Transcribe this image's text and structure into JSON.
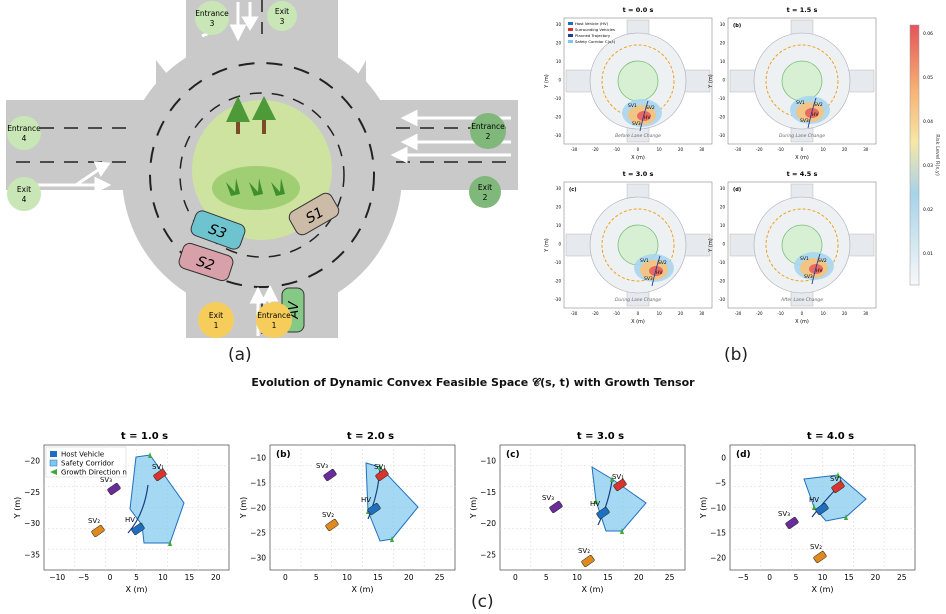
{
  "captions": {
    "a": "(a)",
    "b": "(b)",
    "c": "(c)"
  },
  "roundabout": {
    "entrance_left": [
      "Entrance",
      "4"
    ],
    "exit_left": [
      "Exit",
      "4"
    ],
    "entrance_top": [
      "Entrance",
      "3"
    ],
    "exit_top": [
      "Exit",
      "3"
    ],
    "entrance_right": [
      "Entrance",
      "2"
    ],
    "exit_right": [
      "Exit",
      "2"
    ],
    "exit_bottom": [
      "Exit",
      "1"
    ],
    "entrance_bottom": [
      "Entrance",
      "1"
    ],
    "vehicles": {
      "s1": "S1",
      "s2": "S2",
      "s3": "S3",
      "av": "AV"
    }
  },
  "heatmap": {
    "panels": [
      {
        "title": "t = 0.0 s",
        "note": "Before Lane Change"
      },
      {
        "title": "(b)",
        "note": "During Lane Change"
      },
      {
        "title": "(c)",
        "note": "During Lane Change"
      },
      {
        "title": "(d)",
        "note": "After Lane Change"
      }
    ],
    "panel_time_labels": [
      "t = 0.0 s",
      "t = 1.5 s",
      "t = 3.0 s",
      "t = 4.5 s"
    ],
    "legend": [
      "Host Vehicle (HV)",
      "Surrounding Vehicles",
      "Planned Trajectory",
      "Safety Corridor C(s,t)"
    ],
    "xlabel": "X (m)",
    "ylabel": "Y (m)",
    "x_ticks": [
      "-30",
      "-20",
      "-10",
      "0",
      "10",
      "20",
      "30"
    ],
    "y_ticks": [
      "30",
      "20",
      "10",
      "0",
      "-10",
      "-20",
      "-30"
    ],
    "colorbar_label": "Risk Level R(x,y)",
    "colorbar_ticks": [
      "0.06",
      "0.05",
      "0.04",
      "0.03",
      "0.02",
      "0.01"
    ],
    "vehicle_labels": {
      "sv1": "SV1",
      "sv2": "SV2",
      "sv3": "SV3",
      "hv": "HV"
    }
  },
  "main_title": "Evolution of Dynamic Convex Feasible Space 𝒞(s, t) with Growth Tensor",
  "feasible": {
    "xlabel": "X (m)",
    "ylabel": "Y (m)",
    "legend": [
      "Host Vehicle",
      "Safety Corridor",
      "Growth Direction n"
    ],
    "panels": [
      {
        "title": "t = 1.0 s",
        "tag": "",
        "x_ticks": [
          "−10",
          "−5",
          "0",
          "5",
          "10",
          "15",
          "20"
        ],
        "y_ticks": [
          "−20",
          "−25",
          "−30",
          "−35"
        ],
        "labels": {
          "sv1": "SV₁",
          "sv2": "SV₂",
          "sv3": "SV₃",
          "hv": "HV"
        }
      },
      {
        "title": "t = 2.0 s",
        "tag": "(b)",
        "x_ticks": [
          "0",
          "5",
          "10",
          "15",
          "20",
          "25"
        ],
        "y_ticks": [
          "−10",
          "−15",
          "−20",
          "−25",
          "−30"
        ],
        "labels": {
          "sv1": "SV₁",
          "sv2": "SV₂",
          "sv3": "SV₃",
          "hv": "HV"
        }
      },
      {
        "title": "t = 3.0 s",
        "tag": "(c)",
        "x_ticks": [
          "0",
          "5",
          "10",
          "15",
          "20",
          "25"
        ],
        "y_ticks": [
          "−10",
          "−15",
          "−20",
          "−25"
        ],
        "labels": {
          "sv1": "SV₁",
          "sv2": "SV₂",
          "sv3": "SV₃",
          "hv": "HV"
        }
      },
      {
        "title": "t = 4.0 s",
        "tag": "(d)",
        "x_ticks": [
          "−5",
          "0",
          "5",
          "10",
          "15",
          "20",
          "25"
        ],
        "y_ticks": [
          "0",
          "−5",
          "−10",
          "−15",
          "−20"
        ],
        "labels": {
          "sv1": "SV₁",
          "sv2": "SV₂",
          "sv3": "SV₃",
          "hv": "HV"
        }
      }
    ]
  },
  "colors": {
    "road": "#c9c9c9",
    "island": "#cfe3a0",
    "host": "#1f6fc0",
    "corridor": "#7ec7ee",
    "sv1": "#d9342b",
    "sv2": "#e08a1e",
    "sv3": "#6a2c9a",
    "growth": "#3aa83a"
  }
}
